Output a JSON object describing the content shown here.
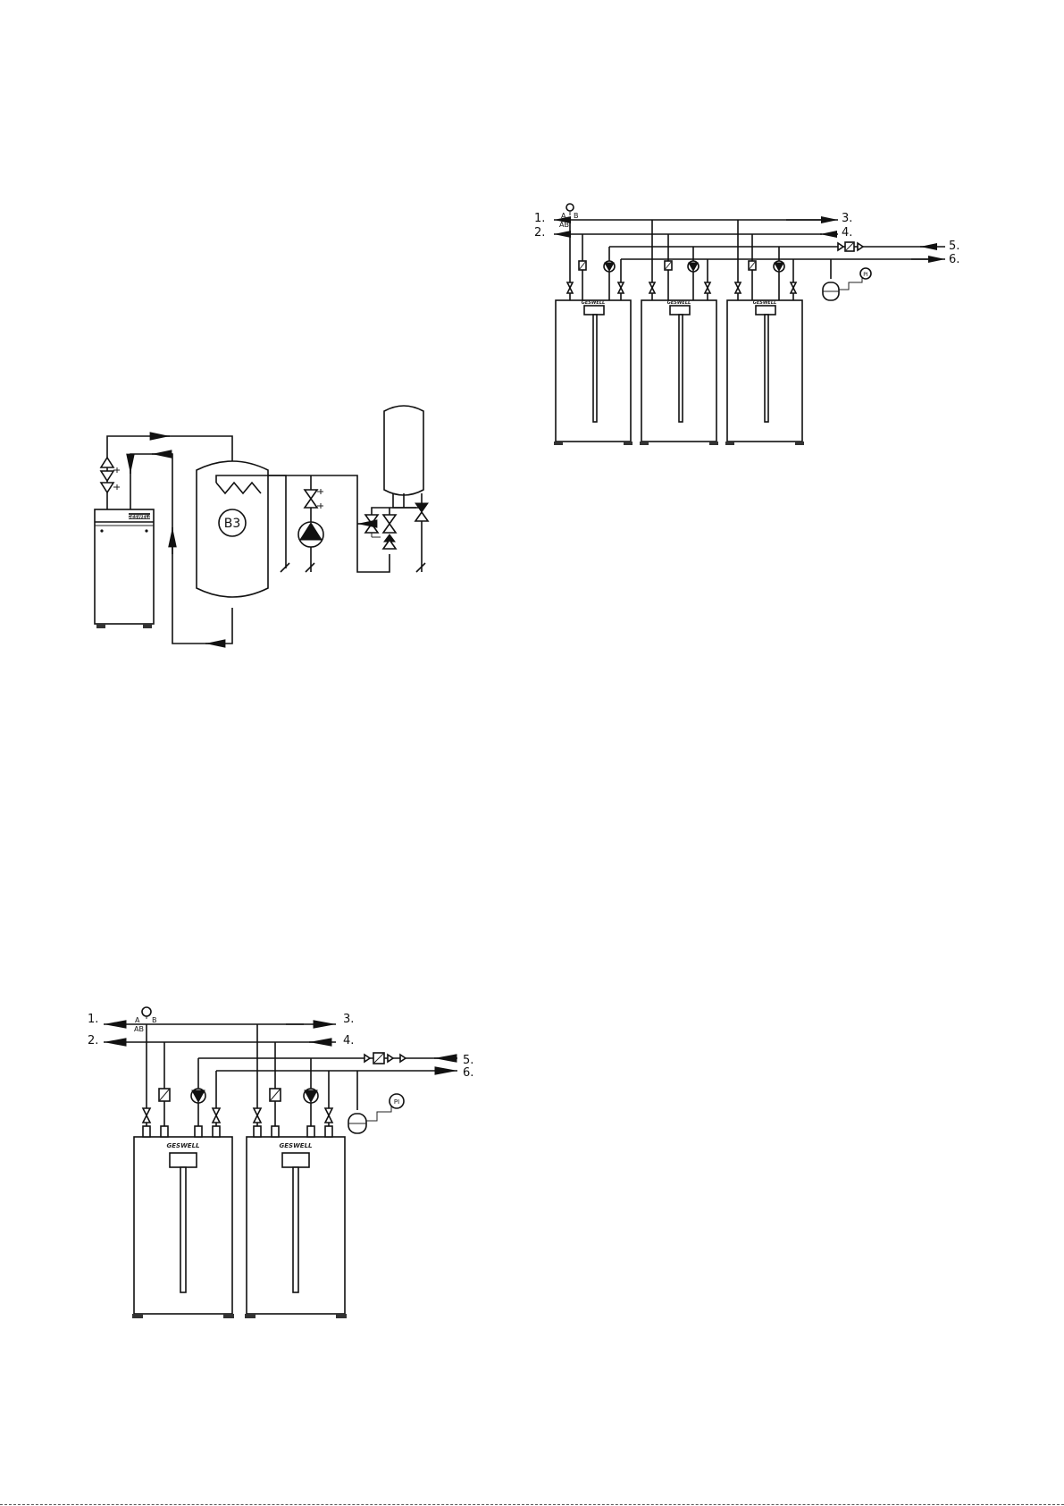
{
  "brand": "GESWELL",
  "tank_label": "B3",
  "pressure_gauge_label": "PI",
  "valve_ports": {
    "a": "A",
    "b": "B",
    "ab": "AB"
  },
  "top_right": {
    "labels": [
      "1.",
      "2.",
      "3.",
      "4.",
      "5.",
      "6."
    ]
  },
  "bottom_left": {
    "labels": [
      "1.",
      "2.",
      "3.",
      "4.",
      "5.",
      "6."
    ]
  }
}
